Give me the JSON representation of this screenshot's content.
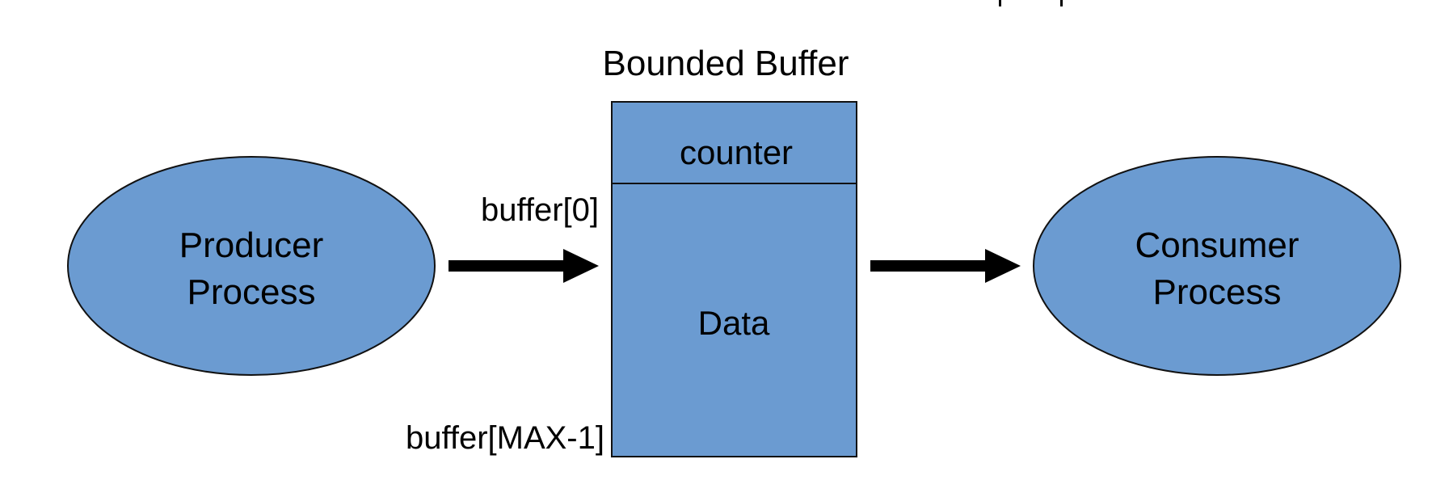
{
  "diagram": {
    "title": "Bounded Buffer",
    "producer": {
      "line1": "Producer",
      "line2": "Process"
    },
    "consumer": {
      "line1": "Consumer",
      "line2": "Process"
    },
    "buffer": {
      "header": "counter",
      "body": "Data",
      "first_index_label": "buffer[0]",
      "last_index_label": "buffer[MAX-1]"
    }
  },
  "colors": {
    "fill": "#6b9bd1",
    "stroke": "#111111",
    "arrow": "#000000"
  }
}
